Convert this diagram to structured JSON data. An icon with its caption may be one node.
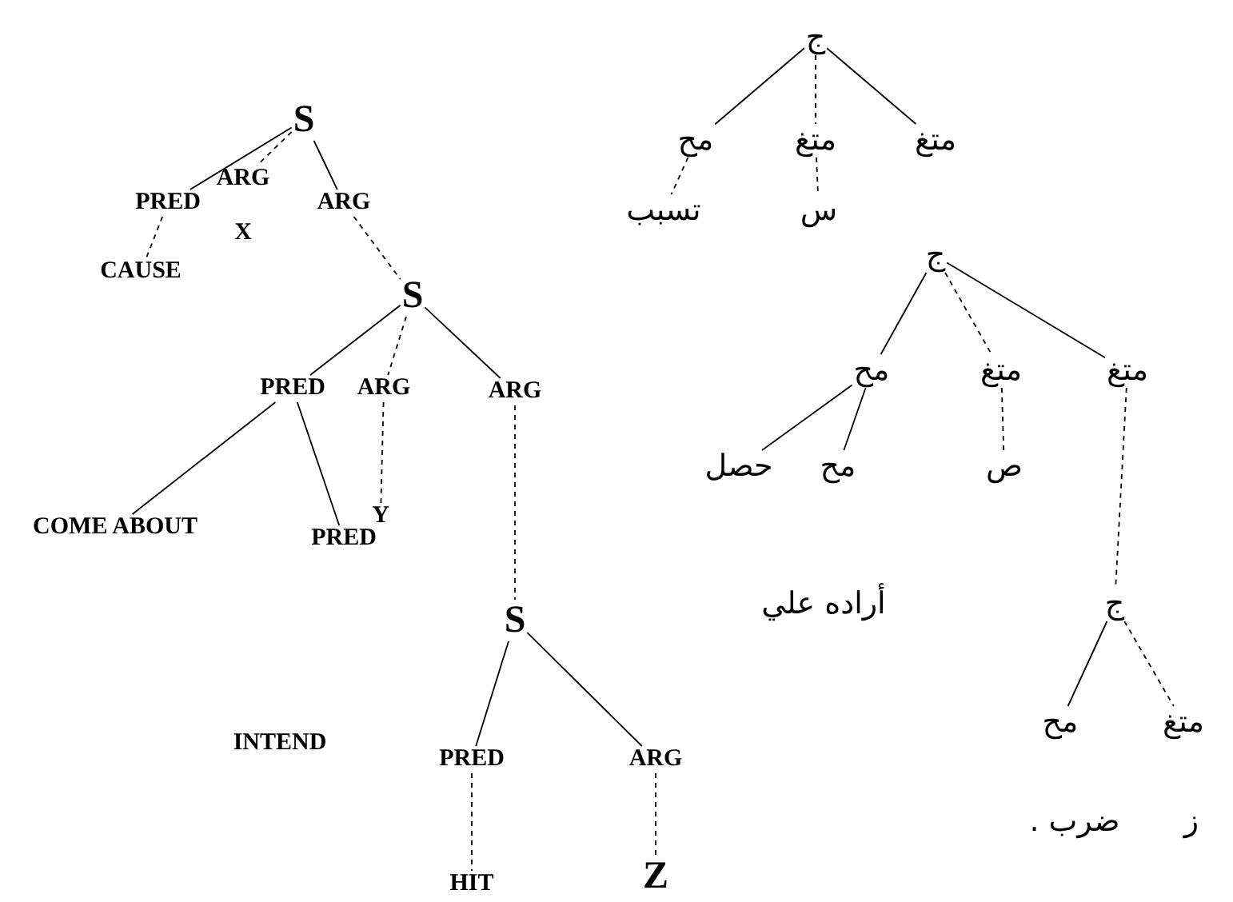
{
  "diagram": {
    "nodes": [
      {
        "text": [
          "S"
        ]
      },
      {
        "text": [
          "PRED"
        ]
      },
      {
        "text": [
          "ARG"
        ]
      },
      {
        "text": [
          "ARG"
        ]
      },
      {
        "text": [
          "CAUSE"
        ]
      },
      {
        "text": [
          "S"
        ]
      },
      {
        "text": [
          "PRED"
        ]
      },
      {
        "text": [
          "ARG"
        ]
      },
      {
        "text": [
          "ARG"
        ]
      },
      {
        "text": [
          "COME ABOUT"
        ]
      },
      {
        "text": [
          "PRED"
        ]
      },
      {
        "text": [
          "Y"
        ]
      },
      {
        "text": [
          "S"
        ]
      },
      {
        "text": [
          "PRED"
        ]
      },
      {
        "text": [
          "ARG"
        ]
      },
      {
        "text": [
          "HIT"
        ]
      },
      {
        "text": [
          "Z"
        ]
      },
      {
        "text": [
          "ج"
        ]
      },
      {
        "text": [
          "مح"
        ]
      },
      {
        "text": [
          "متغ"
        ]
      },
      {
        "text": [
          "متغ"
        ]
      },
      {
        "text": [
          "تسبب"
        ]
      },
      {
        "text": [
          "س"
        ]
      },
      {
        "text": [
          "ج"
        ]
      },
      {
        "text": [
          "مح"
        ]
      },
      {
        "text": [
          "متغ"
        ]
      },
      {
        "text": [
          "متغ"
        ]
      },
      {
        "text": [
          "حصل"
        ]
      },
      {
        "text": [
          "مح"
        ]
      },
      {
        "text": [
          "ص"
        ]
      },
      {
        "text": [
          "ج"
        ]
      },
      {
        "text": [
          "مح"
        ]
      },
      {
        "text": [
          "متغ"
        ]
      }
    ],
    "edges": [
      {
        "from": 0,
        "to": 1,
        "arrow": "none"
      },
      {
        "from": 0,
        "to": 2,
        "arrow": "none",
        "style": "dashed"
      },
      {
        "from": 0,
        "to": 3,
        "arrow": "none"
      },
      {
        "from": 1,
        "to": 4,
        "arrow": "none",
        "style": "dashed"
      },
      {
        "from": 3,
        "to": 5,
        "arrow": "none",
        "style": "dashed"
      },
      {
        "from": 5,
        "to": 6,
        "arrow": "none"
      },
      {
        "from": 5,
        "to": 7,
        "arrow": "none",
        "style": "dashed"
      },
      {
        "from": 5,
        "to": 8,
        "arrow": "none"
      },
      {
        "from": 6,
        "to": 9,
        "arrow": "none"
      },
      {
        "from": 6,
        "to": 10,
        "arrow": "none"
      },
      {
        "from": 7,
        "to": 11,
        "arrow": "none",
        "style": "dashed"
      },
      {
        "from": 8,
        "to": 12,
        "arrow": "none",
        "style": "dashed"
      },
      {
        "from": 12,
        "to": 13,
        "arrow": "none"
      },
      {
        "from": 12,
        "to": 14,
        "arrow": "none"
      },
      {
        "from": 13,
        "to": 15,
        "arrow": "none",
        "style": "dashed"
      },
      {
        "from": 14,
        "to": 16,
        "arrow": "none",
        "style": "dashed"
      },
      {
        "from": 17,
        "to": 18,
        "arrow": "none"
      },
      {
        "from": 17,
        "to": 19,
        "arrow": "none",
        "style": "dashed"
      },
      {
        "from": 17,
        "to": 20,
        "arrow": "none"
      },
      {
        "from": 18,
        "to": 21,
        "arrow": "none",
        "style": "dashed"
      },
      {
        "from": 19,
        "to": 22,
        "arrow": "none",
        "style": "dashed"
      },
      {
        "from": 23,
        "to": 24,
        "arrow": "none"
      },
      {
        "from": 23,
        "to": 25,
        "arrow": "none",
        "style": "dashed"
      },
      {
        "from": 23,
        "to": 26,
        "arrow": "none"
      },
      {
        "from": 24,
        "to": 27,
        "arrow": "none"
      },
      {
        "from": 24,
        "to": 28,
        "arrow": "none"
      },
      {
        "from": 25,
        "to": 29,
        "arrow": "none",
        "style": "dashed"
      },
      {
        "from": 26,
        "to": 30,
        "arrow": "none",
        "style": "dashed"
      },
      {
        "from": 30,
        "to": 31,
        "arrow": "none"
      },
      {
        "from": 30,
        "to": 32,
        "arrow": "none",
        "style": "dashed"
      }
    ],
    "labels": [
      "X",
      "INTEND",
      "أراده علي",
      "ضرب .",
      "ز"
    ]
  }
}
